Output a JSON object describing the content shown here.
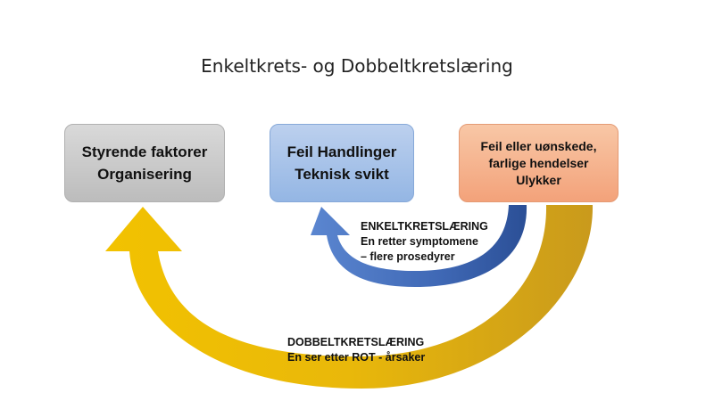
{
  "title": "Enkeltkrets- og Dobbeltkretslæring",
  "boxes": {
    "left": {
      "line1": "Styrende faktorer",
      "line2": "Organisering"
    },
    "middle": {
      "line1": "Feil Handlinger",
      "line2": "Teknisk svikt"
    },
    "right": {
      "line1": "Feil eller uønskede,",
      "line2": "farlige hendelser",
      "line3": "Ulykker"
    }
  },
  "single_loop": {
    "heading": "ENKELTKRETSLÆRING",
    "line1": "En retter symptomene",
    "line2": "– flere prosedyrer"
  },
  "double_loop": {
    "heading": "DOBBELTKRETSLÆRING",
    "line1": "En ser etter ROT - årsaker"
  },
  "colors": {
    "single_arrow": "#4472c4",
    "double_arrow": "#e4b10a",
    "box_gray": "#c8c8c8",
    "box_blue": "#9dbbe6",
    "box_orange": "#f4aa82"
  }
}
